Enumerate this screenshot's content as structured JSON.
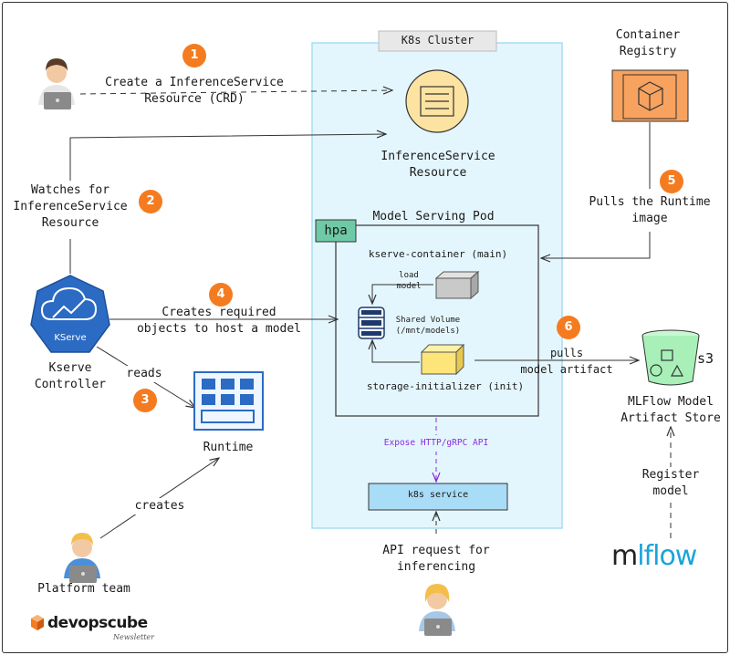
{
  "cluster": {
    "title": "K8s Cluster"
  },
  "steps": {
    "s1": {
      "num": "1",
      "text": "Create a InferenceService\nResource (CRD)"
    },
    "s2": {
      "num": "2",
      "text": "Watches for\nInferenceService\nResource"
    },
    "s3": {
      "num": "3",
      "text": "reads"
    },
    "s4": {
      "num": "4",
      "text": "Creates required\nobjects to host a model"
    },
    "s5": {
      "num": "5",
      "text": "Pulls the Runtime\nimage"
    },
    "s6": {
      "num": "6",
      "text": "pulls\nmodel artifact"
    }
  },
  "nodes": {
    "inference_resource": "InferenceService\nResource",
    "container_registry": "Container\nRegistry",
    "pod_title": "Model Serving Pod",
    "hpa": "hpa",
    "kserve_container": "kserve-container (main)",
    "load_model": "load\nmodel",
    "shared_volume": "Shared Volume\n(/mnt/models)",
    "storage_initializer": "storage-initializer (init)",
    "kserve_logo": "KServe",
    "kserve_controller": "Kserve\nController",
    "runtime": "Runtime",
    "creates": "creates",
    "platform_team": "Platform team",
    "expose_api": "Expose HTTP/gRPC API",
    "k8s_service": "k8s service",
    "api_request": "API request for\ninferencing",
    "s3_label": "s3",
    "mlflow_store": "MLFlow Model\nArtifact Store",
    "register_model": "Register\nmodel",
    "mlflow_logo": "mlflow",
    "brand": "devopscube",
    "brand_sub": "Newsletter"
  },
  "icons": {
    "user_icon": "developer-laptop-icon",
    "platform_icon": "platform-team-icon",
    "api_user_icon": "api-user-icon",
    "resource_icon": "document-list-icon",
    "registry_icon": "container-box-icon",
    "kserve_icon": "kserve-cloud-chart-icon",
    "runtime_icon": "runtime-grid-icon",
    "volume_icon": "database-stack-icon",
    "model_icon": "model-box-icon",
    "init_icon": "init-box-icon",
    "bucket_icon": "s3-bucket-icon"
  },
  "colors": {
    "cluster_bg": "#e4f6fd",
    "cluster_border": "#a6ddf5",
    "badge": "#f47b20",
    "registry": "#f7a25e",
    "kserve": "#2b6bc4",
    "hpa": "#6ec9a6",
    "k8s_service": "#a9dcf6",
    "bucket": "#a8f0b8",
    "resource_icon": "#fde3a1",
    "mlflow_blue": "#1aa3da",
    "api_purple": "#8a2be2"
  }
}
